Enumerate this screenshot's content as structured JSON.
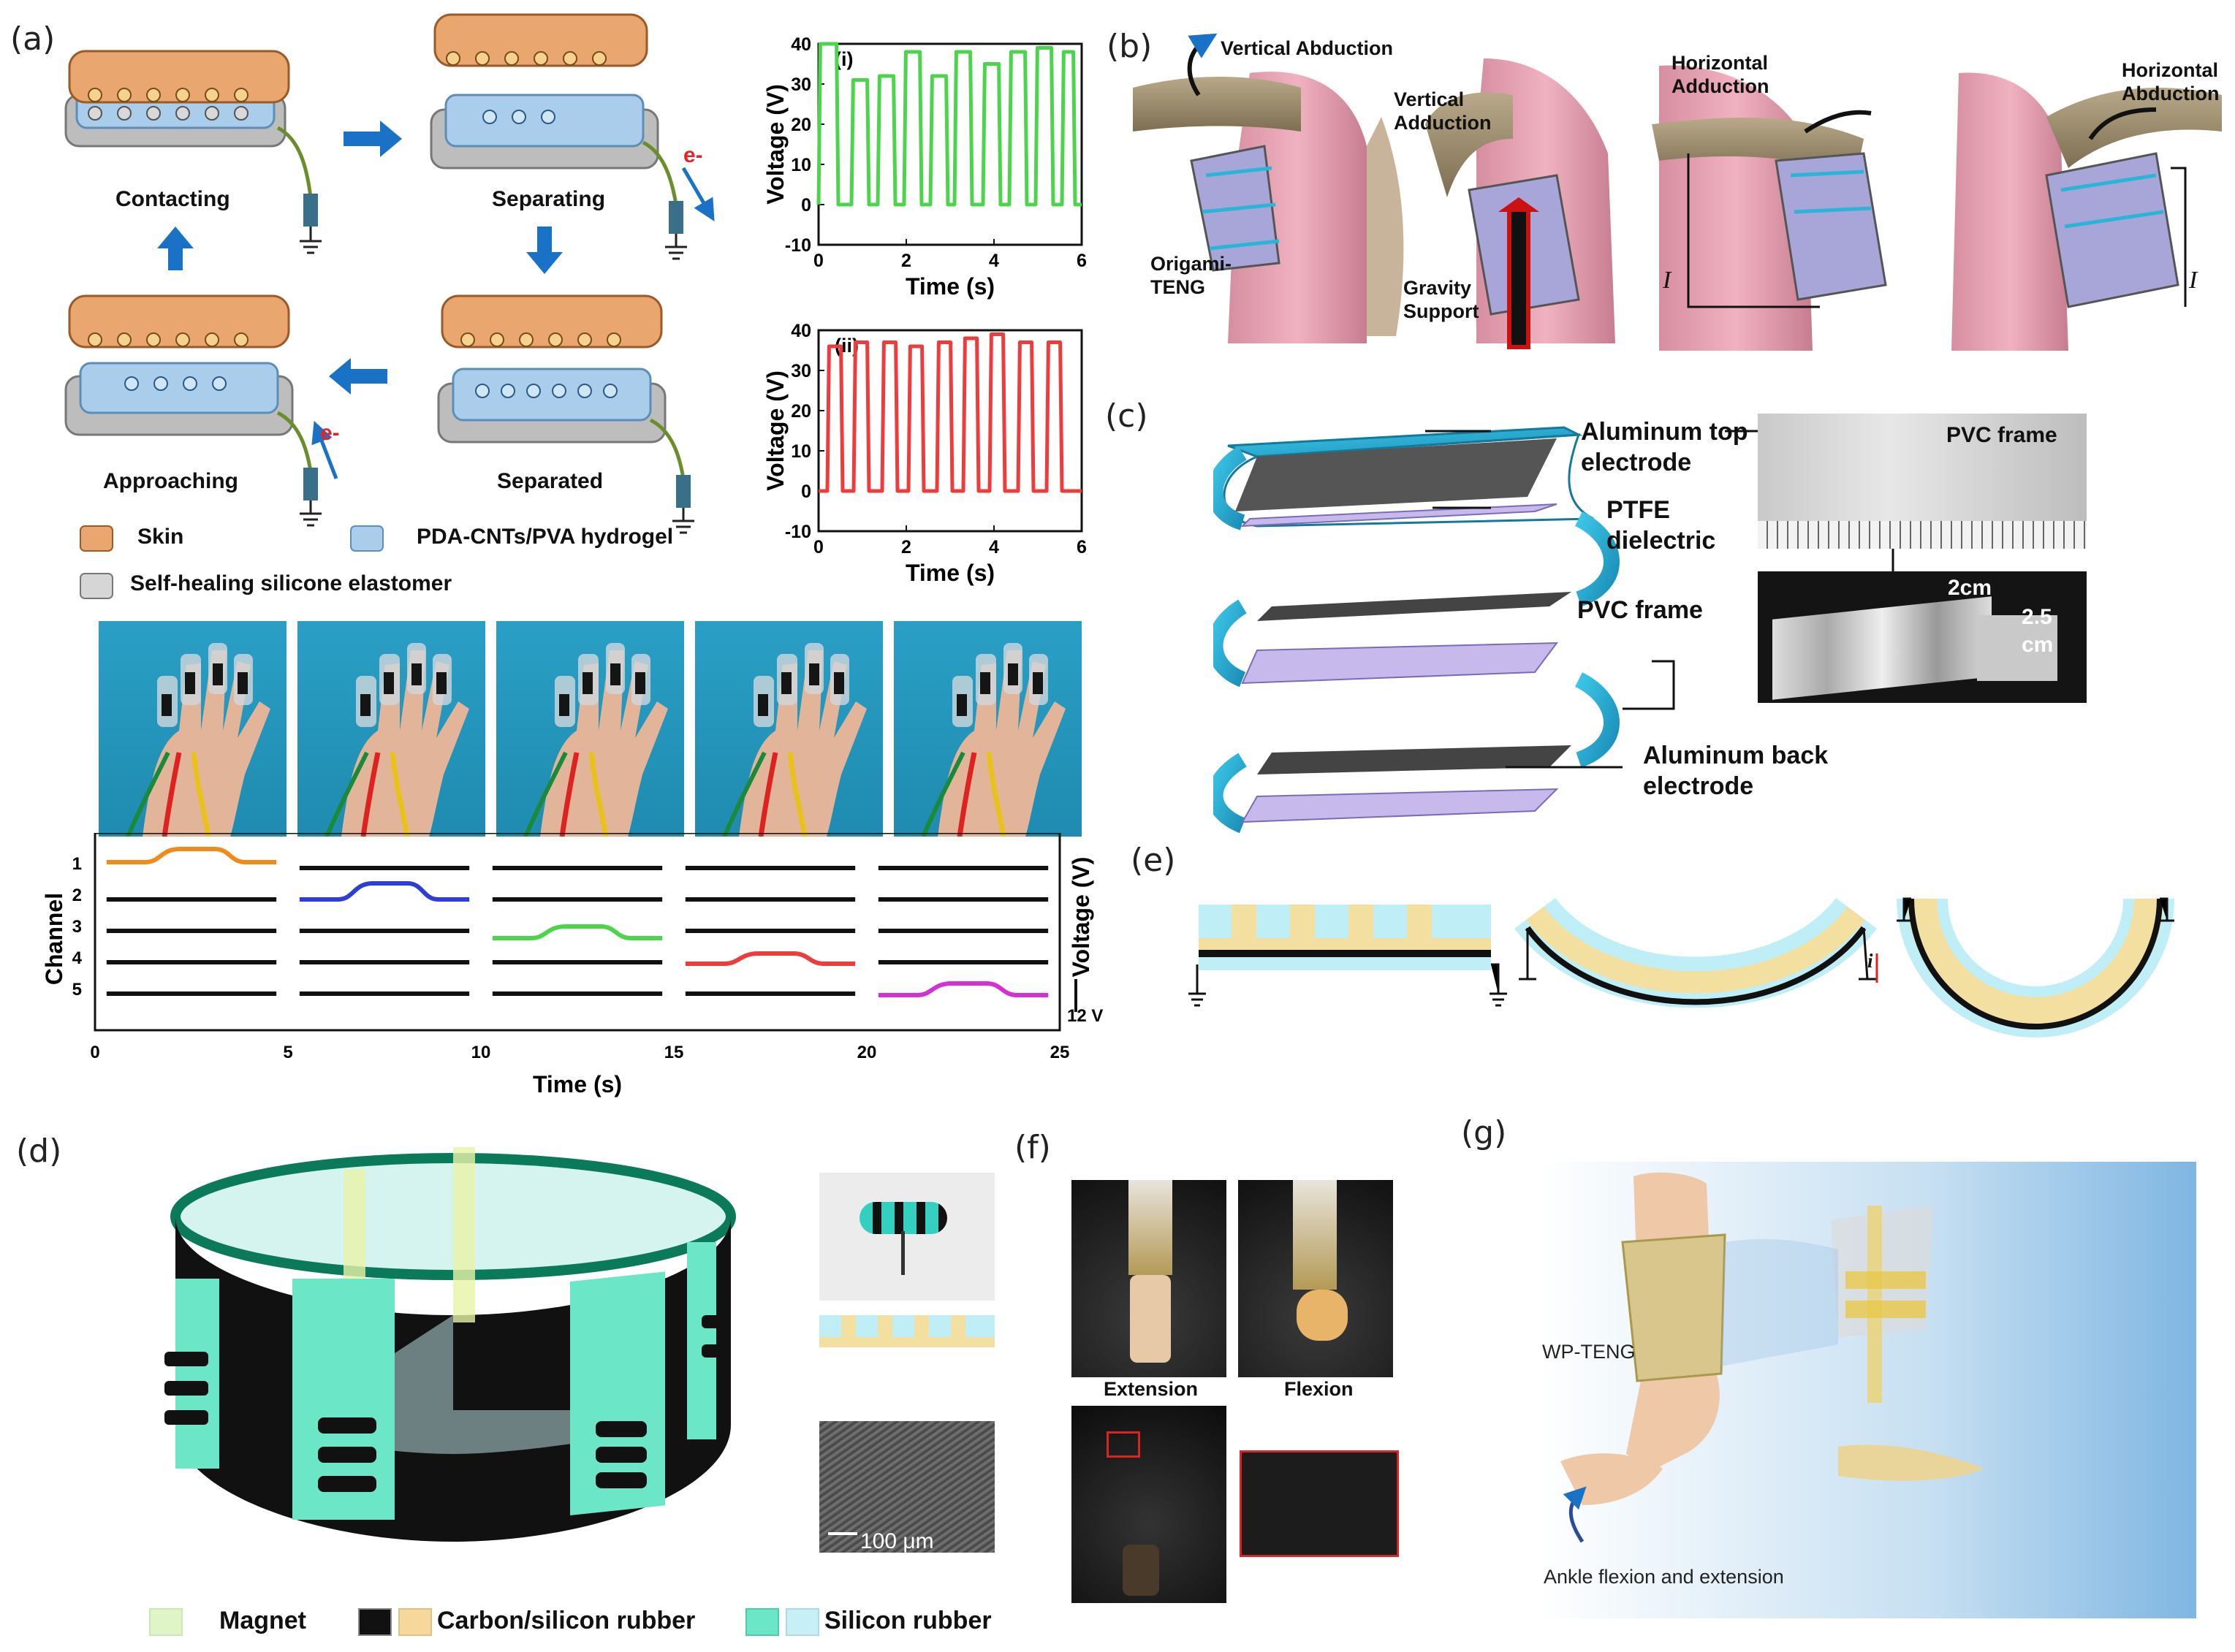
{
  "panels": {
    "a": {
      "label": "(a)",
      "states": [
        "Contacting",
        "Separating",
        "Approaching",
        "Separated"
      ],
      "electron": "e-",
      "legend": [
        "Skin",
        "PDA-CNTs/PVA hydrogel",
        "Self-healing silicone elastomer"
      ]
    },
    "b": {
      "label": "(b)",
      "labels": [
        "Vertical Abduction",
        "Vertical Adduction",
        "Horizontal Adduction",
        "Horizontal Abduction",
        "Origami-TENG",
        "Gravity Support"
      ],
      "current": "I"
    },
    "c": {
      "label": "(c)",
      "labels": [
        "Aluminum top electrode",
        "PTFE dielectric",
        "PVC frame",
        "Aluminum back electrode"
      ],
      "photo_labels": [
        "PVC frame",
        "2cm",
        "2.5 cm"
      ]
    },
    "d": {
      "label": "(d)",
      "scale": "100 μm",
      "legend": [
        "Magnet",
        "Carbon/silicon rubber",
        "Silicon rubber"
      ]
    },
    "e": {
      "label": "(e)",
      "current": "i"
    },
    "f": {
      "label": "(f)",
      "labels": [
        "Extension",
        "Flexion"
      ]
    },
    "g": {
      "label": "(g)",
      "labels": [
        "WP-TENG",
        "Ankle flexion and extension"
      ]
    }
  },
  "colors": {
    "skin": "#e9a66f",
    "hydrogel": "#a9cdea",
    "silicone": "#bdbdbd",
    "green": "#4cd44c",
    "red": "#ee3b3b",
    "orange": "#f28a1a",
    "blue": "#2b3fd6",
    "magenta": "#d431d4",
    "cyan": "#2fb6d8",
    "mint": "#5fe0c0",
    "arrow": "#1a72c7"
  },
  "chart_data": [
    {
      "type": "line",
      "panel": "a(i)",
      "title": "(i)",
      "xlabel": "Time (s)",
      "ylabel": "Voltage (V)",
      "xlim": [
        0,
        6
      ],
      "ylim": [
        -10,
        40
      ],
      "xticks": [
        0,
        2,
        4,
        6
      ],
      "yticks": [
        -10,
        0,
        10,
        20,
        30,
        40
      ],
      "series": [
        {
          "color": "#4cd44c",
          "pulses": [
            [
              0.0,
              0.45,
              40
            ],
            [
              0.75,
              1.15,
              31
            ],
            [
              1.35,
              1.75,
              32
            ],
            [
              1.95,
              2.35,
              38
            ],
            [
              2.55,
              2.95,
              32
            ],
            [
              3.1,
              3.5,
              38
            ],
            [
              3.75,
              4.15,
              35
            ],
            [
              4.35,
              4.75,
              38
            ],
            [
              4.95,
              5.35,
              39
            ],
            [
              5.55,
              5.85,
              38
            ]
          ]
        }
      ]
    },
    {
      "type": "line",
      "panel": "a(ii)",
      "title": "(ii)",
      "xlabel": "Time (s)",
      "ylabel": "Voltage (V)",
      "xlim": [
        0,
        6
      ],
      "ylim": [
        -10,
        40
      ],
      "xticks": [
        0,
        2,
        4,
        6
      ],
      "yticks": [
        -10,
        0,
        10,
        20,
        30,
        40
      ],
      "series": [
        {
          "color": "#ee3b3b",
          "pulses": [
            [
              0.2,
              0.55,
              36
            ],
            [
              0.8,
              1.15,
              37
            ],
            [
              1.45,
              1.8,
              37
            ],
            [
              2.05,
              2.4,
              36
            ],
            [
              2.7,
              3.05,
              37
            ],
            [
              3.3,
              3.65,
              38
            ],
            [
              3.9,
              4.25,
              39
            ],
            [
              4.55,
              4.9,
              37
            ],
            [
              5.2,
              5.55,
              37
            ]
          ]
        }
      ]
    },
    {
      "type": "line",
      "panel": "channels",
      "xlabel": "Time (s)",
      "ylabel": "Channel",
      "y2label": "Voltage (V)",
      "scale_label": "12 V",
      "xlim": [
        0,
        25
      ],
      "xticks": [
        0,
        5,
        10,
        15,
        20,
        25
      ],
      "channels": [
        "1",
        "2",
        "3",
        "4",
        "5"
      ],
      "active": [
        {
          "channel": "1",
          "window": [
            0,
            5
          ],
          "color": "#f28a1a"
        },
        {
          "channel": "2",
          "window": [
            5,
            10
          ],
          "color": "#2b3fd6"
        },
        {
          "channel": "3",
          "window": [
            10,
            15
          ],
          "color": "#4cd44c"
        },
        {
          "channel": "4",
          "window": [
            15,
            20
          ],
          "color": "#ee3b3b"
        },
        {
          "channel": "5",
          "window": [
            20,
            25
          ],
          "color": "#d431d4"
        }
      ]
    }
  ]
}
